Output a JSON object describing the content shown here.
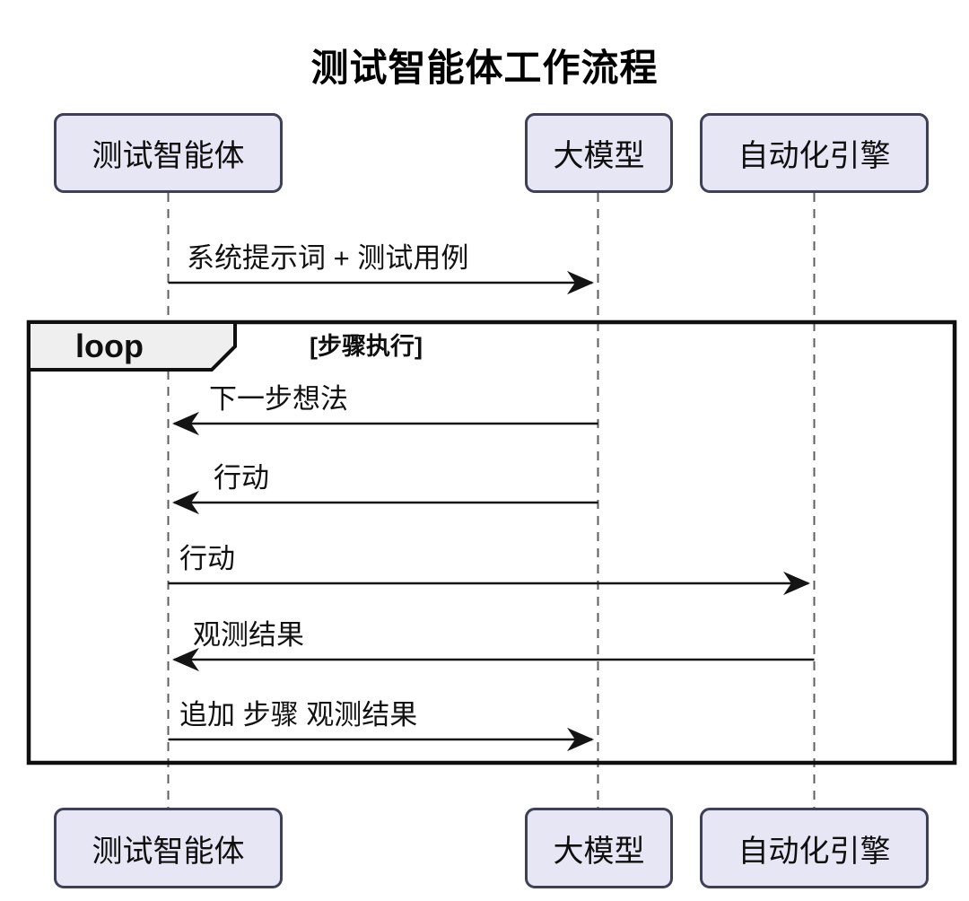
{
  "diagram": {
    "type": "sequence",
    "title": "测试智能体工作流程"
  },
  "participants": [
    {
      "id": "test-agent",
      "name": "测试智能体"
    },
    {
      "id": "llm",
      "name": "大模型"
    },
    {
      "id": "automation-engine",
      "name": "自动化引擎"
    }
  ],
  "loop": {
    "keyword": "loop",
    "condition": "[步骤执行]"
  },
  "messages": [
    {
      "label": "系统提示词 + 测试用例",
      "from": "测试智能体",
      "to": "大模型",
      "direction": "right"
    },
    {
      "label": "下一步想法",
      "from": "大模型",
      "to": "测试智能体",
      "direction": "left"
    },
    {
      "label": "行动",
      "from": "大模型",
      "to": "测试智能体",
      "direction": "left"
    },
    {
      "label": "行动",
      "from": "测试智能体",
      "to": "自动化引擎",
      "direction": "right"
    },
    {
      "label": "观测结果",
      "from": "自动化引擎",
      "to": "测试智能体",
      "direction": "left"
    },
    {
      "label": "追加 步骤 观测结果",
      "from": "测试智能体",
      "to": "大模型",
      "direction": "right"
    }
  ],
  "colors": {
    "background": "#FFFFFF",
    "participant_fill": "#E6E6F5",
    "participant_border": "#3F3F55",
    "loop_label_fill": "#EFEFEF",
    "loop_border": "#0F0F0F",
    "arrow": "#141414",
    "lifeline": "#5F5F5F"
  }
}
